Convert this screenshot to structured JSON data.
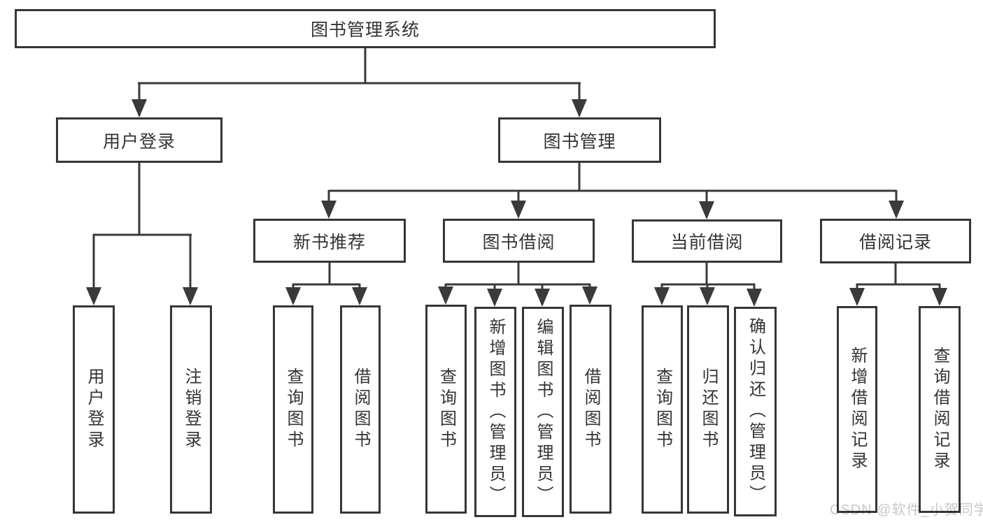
{
  "diagram": {
    "title": "图书管理系统",
    "root": {
      "label": "图书管理系统"
    },
    "branches": [
      {
        "label": "用户登录",
        "children": [
          {
            "label": "用户登录"
          },
          {
            "label": "注销登录"
          }
        ]
      },
      {
        "label": "图书管理",
        "children": [
          {
            "label": "新书推荐",
            "children": [
              {
                "label": "查询图书"
              },
              {
                "label": "借阅图书"
              }
            ]
          },
          {
            "label": "图书借阅",
            "children": [
              {
                "label": "查询图书"
              },
              {
                "label": "新增图书（管理员）"
              },
              {
                "label": "编辑图书（管理员）"
              },
              {
                "label": "借阅图书"
              }
            ]
          },
          {
            "label": "当前借阅",
            "children": [
              {
                "label": "查询图书"
              },
              {
                "label": "归还图书"
              },
              {
                "label": "确认归还（管理员）"
              }
            ]
          },
          {
            "label": "借阅记录",
            "children": [
              {
                "label": "新增借阅记录"
              },
              {
                "label": "查询借阅记录"
              }
            ]
          }
        ]
      }
    ],
    "watermark": "CSDN @软件_小贺同学",
    "colors": {
      "line": "#3a3a3a",
      "box_border": "#363636",
      "text": "#333333",
      "watermark": "#c8c8c8",
      "background": "#ffffff"
    }
  }
}
